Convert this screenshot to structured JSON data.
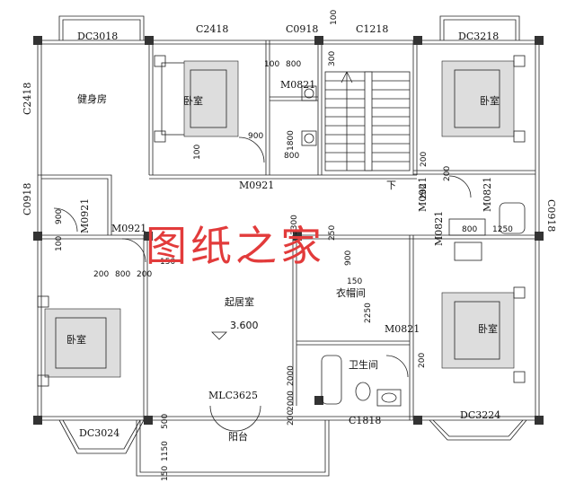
{
  "rooms": {
    "gym": "健身房",
    "bedroom_nw": "卧室",
    "bedroom_ne": "卧室",
    "bedroom_sw": "卧室",
    "bedroom_se": "卧室",
    "living": "起居室",
    "closet": "衣帽间",
    "bath": "卫生间",
    "balcony": "阳台"
  },
  "codes": {
    "dc3018": "DC3018",
    "c2418_top": "C2418",
    "c0918_top": "C0918",
    "c1218": "C1218",
    "dc3218": "DC3218",
    "c2418_left": "C2418",
    "c0918_left": "C0918",
    "c0918_right": "C0918",
    "m0821_upper": "M0821",
    "m0921_center": "M0921",
    "m0921_left_v": "M0921",
    "m0921_left_h": "M0921",
    "m0921_right_v": "M0921",
    "m0821_right_v": "M0821",
    "m0821_closet": "M0821",
    "m0821_lower": "M0821",
    "mlc3625": "MLC3625",
    "c1818": "C1818",
    "dc3024": "DC3024",
    "dc3224": "DC3224"
  },
  "dims": {
    "d100_top": "100",
    "d300": "300",
    "d100_a": "100",
    "d800_a": "800",
    "d900_a": "900",
    "d1800": "1800",
    "d800_b": "800",
    "d100_b": "100",
    "d900_l": "900",
    "d100_l": "100",
    "d200_l1": "200",
    "d800_l": "800",
    "d200_l2": "200",
    "d150_l": "150",
    "d3300": "3300",
    "d150_c": "150",
    "d250": "250",
    "d900_c": "900",
    "d2250": "2250",
    "d2000_c": "2000",
    "d200_c": "200",
    "d200_r1": "200",
    "d200_r2": "200",
    "d800_r": "800",
    "d1250": "1250",
    "d200_r3": "200",
    "d2000_b": "2000",
    "d500": "500",
    "d1150": "1150",
    "d150_b": "150",
    "d200_b": "200"
  },
  "level": "3.600",
  "stair_label": "下",
  "watermark": "图纸之家"
}
